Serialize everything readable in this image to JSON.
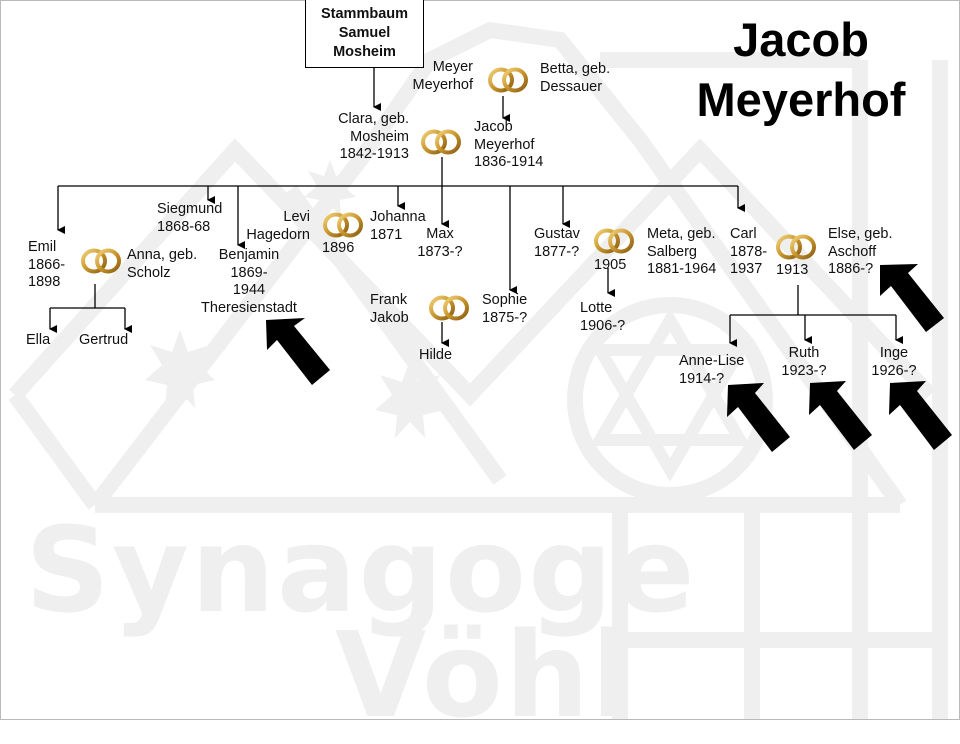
{
  "header": {
    "box_title": "Stammbaum\nSamuel\nMosheim",
    "page_title": "Jacob\nMeyerhof"
  },
  "watermark": {
    "line1": "Synagoge",
    "line2": "Vöhl"
  },
  "icons": {
    "marriage": "wedding-rings-icon",
    "highlight": "arrow-up-left-icon"
  },
  "colors": {
    "text": "#111111",
    "line": "#000000",
    "ring_gold": "#c9962c",
    "watermark": "#efefef",
    "arrow": "#000000"
  },
  "people": {
    "meyer": "Meyer\nMeyerhof",
    "betta": "Betta, geb.\nDessauer",
    "clara": "Clara, geb.\nMosheim\n1842-1913",
    "jacob": "Jacob\nMeyerhof\n1836-1914",
    "emil": "Emil\n1866-\n1898",
    "anna": "Anna, geb.\nScholz",
    "ella": "Ella",
    "gertrud": "Gertrud",
    "siegmund": "Siegmund\n1868-68",
    "benjamin": "Benjamin\n1869-\n1944\nTheresienstadt",
    "levi": "Levi\nHagedorn",
    "levi_marriage_year": "1896",
    "johanna": "Johanna\n1871",
    "max": "Max\n1873-?",
    "frank": "Frank\nJakob",
    "sophie": "Sophie\n1875-?",
    "hilde": "Hilde",
    "gustav": "Gustav\n1877-?",
    "gustav_marriage_year": "1905",
    "meta": "Meta, geb.\nSalberg\n1881-1964",
    "lotte": "Lotte\n1906-?",
    "carl": "Carl\n1878-\n1937",
    "carl_marriage_year": "1913",
    "else": "Else, geb.\nAschoff\n1886-?",
    "annelise": "Anne-Lise\n1914-?",
    "ruth": "Ruth\n1923-?",
    "inge": "Inge\n1926-?"
  }
}
